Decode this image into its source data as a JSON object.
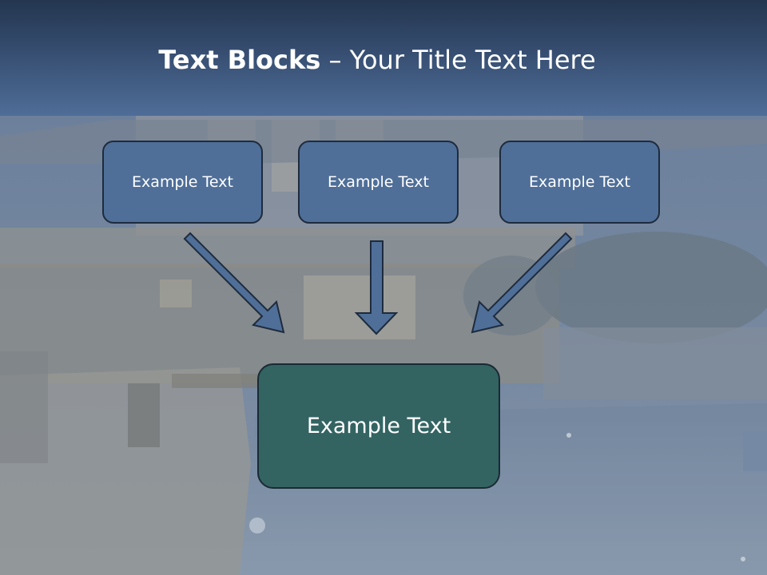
{
  "title": {
    "bold": "Text Blocks",
    "rest": "– Your Title Text Here"
  },
  "blocks": [
    {
      "label": "Example Text"
    },
    {
      "label": "Example Text"
    },
    {
      "label": "Example Text"
    }
  ],
  "main_block": {
    "label": "Example Text"
  },
  "colors": {
    "header_top": "#243650",
    "header_bottom": "#4f6d98",
    "block_fill": "#4f6f98",
    "main_fill": "#336462",
    "arrow_fill": "#4f6f98"
  }
}
